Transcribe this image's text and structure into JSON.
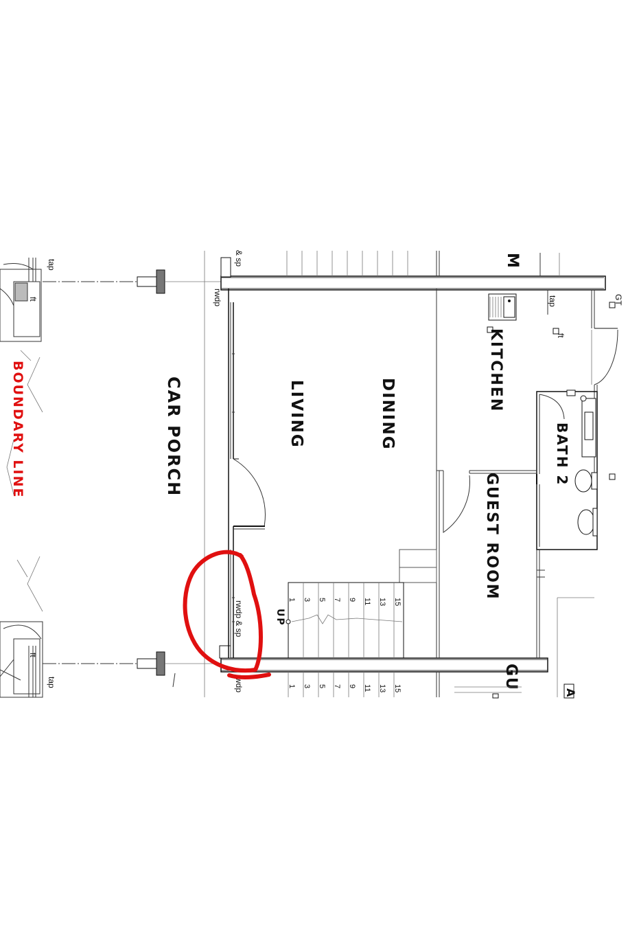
{
  "rooms": {
    "car_porch": "CAR PORCH",
    "living": "LIVING",
    "dining": "DINING",
    "kitchen": "KITCHEN",
    "bath2": "BATH 2",
    "guest_room": "GUEST ROOM",
    "partial_m": "M",
    "partial_gu": "GU",
    "partial_a": "A"
  },
  "boundary_label": "BOUNDARY LINE",
  "notes": {
    "tap_top": "tap",
    "tap_bottom": "tap",
    "tap_kitchen": "tap",
    "ft_kitchen": "ft",
    "ft_top": "ft",
    "ft_bottom": "ft",
    "sp_top": "& sp",
    "rwdp_top": "rwdp",
    "rwdp_sp_stair": "rwdp & sp",
    "rwdp_bottom": "rwdp",
    "gt": "GT",
    "up": "UP"
  },
  "stair_numbers": [
    "1",
    "3",
    "5",
    "7",
    "9",
    "11",
    "13",
    "15"
  ],
  "colors": {
    "boundary": "#e01010",
    "annotation": "#e01010",
    "line": "#111111"
  }
}
